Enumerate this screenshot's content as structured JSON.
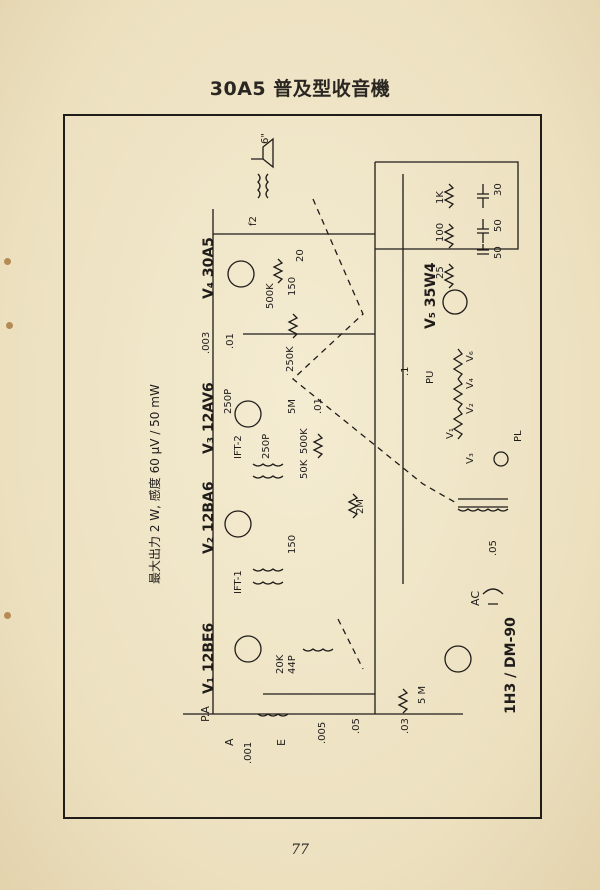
{
  "title": "30A5 普及型收音機",
  "page_number": "77",
  "spec_text": "最大出力 2 W,  感度 60 μV / 50 mW",
  "tubes": [
    {
      "id": "tube-v1",
      "label": "V₁ 12BE6"
    },
    {
      "id": "tube-v2",
      "label": "V₂ 12BA6"
    },
    {
      "id": "tube-v3",
      "label": "V₃ 12AV6"
    },
    {
      "id": "tube-v4",
      "label": "V₄ 30A5"
    },
    {
      "id": "tube-v5",
      "label": "V₅ 35W4"
    },
    {
      "id": "tube-v6",
      "label": "1H3 / DM-90"
    }
  ],
  "transformers": {
    "ift1": "IFT-1",
    "ift2": "IFT-2"
  },
  "speaker": "6\"",
  "components": [
    {
      "id": "r-1k",
      "label": "1K"
    },
    {
      "id": "r-100",
      "label": "100"
    },
    {
      "id": "r-25",
      "label": "25"
    },
    {
      "id": "c-30",
      "label": "30"
    },
    {
      "id": "c-50a",
      "label": "50"
    },
    {
      "id": "c-50b",
      "label": "50"
    },
    {
      "id": "c-20",
      "label": "20"
    },
    {
      "id": "r-150a",
      "label": "150"
    },
    {
      "id": "r-500k",
      "label": "500K"
    },
    {
      "id": "c-003",
      "label": ".003"
    },
    {
      "id": "c-01a",
      "label": ".01"
    },
    {
      "id": "r-250k",
      "label": "250K"
    },
    {
      "id": "c-250p-a",
      "label": "250P"
    },
    {
      "id": "r-5m-a",
      "label": "5M"
    },
    {
      "id": "c-01b",
      "label": ".01"
    },
    {
      "id": "c-250p-b",
      "label": "250P"
    },
    {
      "id": "r-500k-b",
      "label": "500K"
    },
    {
      "id": "r-50k",
      "label": "50K"
    },
    {
      "id": "r-2m",
      "label": "2M"
    },
    {
      "id": "r-150b",
      "label": "150"
    },
    {
      "id": "c-1",
      "label": ".1"
    },
    {
      "id": "pu",
      "label": "PU"
    },
    {
      "id": "r-20k",
      "label": "20K"
    },
    {
      "id": "c-44p",
      "label": "44P"
    },
    {
      "id": "r-5m-b",
      "label": "5 M"
    },
    {
      "id": "c-001",
      "label": ".001"
    },
    {
      "id": "c-005",
      "label": ".005"
    },
    {
      "id": "c-05a",
      "label": ".05"
    },
    {
      "id": "c-05b",
      "label": ".05"
    },
    {
      "id": "c-03",
      "label": ".03"
    },
    {
      "id": "c-f2",
      "label": "f2"
    }
  ],
  "heaters": [
    "V₆",
    "V₄",
    "V₂",
    "V₁",
    "V₃"
  ],
  "pilot_lamp": "PL",
  "terminals": {
    "pa": "P.A",
    "a": "A",
    "e": "E",
    "ac": "AC"
  }
}
